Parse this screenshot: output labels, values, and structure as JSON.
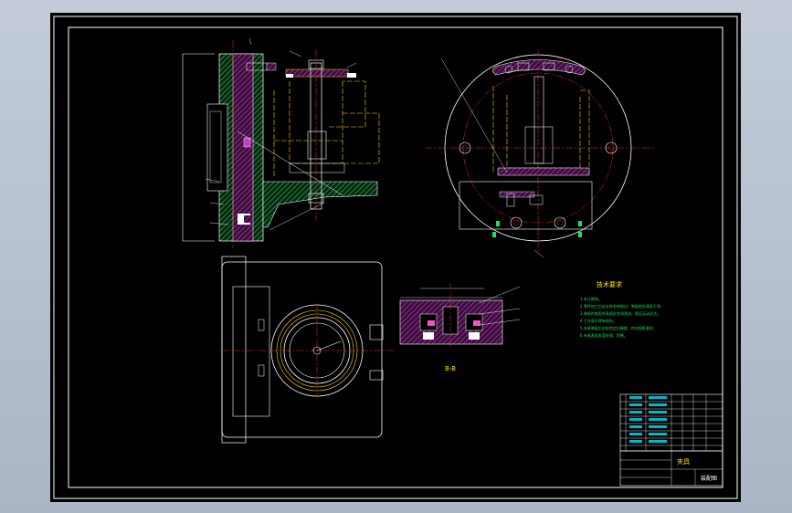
{
  "drawing": {
    "background_color": "#000000",
    "frame_color": "#ffffff",
    "red_color": "#ff2a2a",
    "yellow_color": "#ffd800",
    "magenta_color": "#c040c0",
    "green_color": "#22dd55",
    "cyan_color": "#00e5ff"
  },
  "labels": {
    "section_title": "B-B",
    "notes_title": "技术要求",
    "notes": [
      "1.未注倒角。",
      "2.零件加工后应去除毛刺锐边，装配前应清洗干净。",
      "3.装配时各配合表面应涂润滑油，保证运动灵活。",
      "4.工作面不得有损伤。",
      "5.夹具装配后应检验定位精度，符合图纸要求。",
      "6.夹具表面发蓝处理，防锈。"
    ],
    "title_block": {
      "drawing_name": "夹具",
      "sheet_label": "装配图"
    }
  }
}
